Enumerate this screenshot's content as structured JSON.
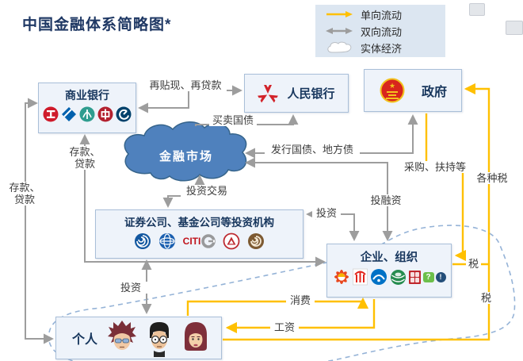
{
  "title": "中国金融体系简略图*",
  "legend": {
    "items": [
      {
        "icon": "one-way-arrow-icon",
        "label": "单向流动"
      },
      {
        "icon": "two-way-arrow-icon",
        "label": "双向流动"
      },
      {
        "icon": "cloud-icon",
        "label": "实体经济"
      }
    ]
  },
  "nodes": {
    "commercial_banks": {
      "label": "商业银行",
      "logos": [
        "icbc-logo",
        "ccb-logo",
        "abc-logo",
        "boc-logo",
        "bocom-logo"
      ]
    },
    "central_bank": {
      "label": "人民银行",
      "logo": "pboc-logo"
    },
    "government": {
      "label": "政府",
      "logo": "national-emblem"
    },
    "financial_market": {
      "label": "金融市场"
    },
    "investment_institutions": {
      "label": "证券公司、基金公司等投资机构",
      "citic_text": "CITI",
      "logos": [
        "securities-swirl-logo",
        "securities-globe-logo",
        "citic-logo",
        "fund-triangle-logo",
        "fund-bronze-logo"
      ]
    },
    "enterprises": {
      "label": "企业、组织",
      "question_mark": "?",
      "exclamation_mark": "!",
      "logos": [
        "petrochina-logo",
        "sinopec-logo",
        "china-mobile-logo",
        "green-org-logo",
        "red-seal-logo",
        "qa-icons"
      ]
    },
    "individuals": {
      "label": "个人",
      "avatars": [
        "spiky-hair-person",
        "glasses-man",
        "red-hair-woman"
      ]
    }
  },
  "flows": {
    "rediscount_relending": "再贴现、再贷款",
    "bond_trading": "买卖国债",
    "bond_issuance": "发行国债、地方债",
    "procurement_support": "采购、扶持等",
    "various_taxes": "各种税",
    "investment_financing": "投融资",
    "investment_upper": "投资",
    "investment_trading": "投资交易",
    "deposits_loans": {
      "line1": "存款、",
      "line2": "贷款"
    },
    "investment_lower": "投资",
    "consumption": "消费",
    "wages": "工资",
    "tax_enterprise": "税",
    "tax_individual": "税"
  },
  "colors": {
    "one_way_flow": "#FFC000",
    "two_way_flow": "#9D9D9D",
    "cloud_fill": "#4F81BD",
    "box_fill": "#EEF3FA",
    "box_border": "#A9BFD8",
    "title_text": "#1F3864",
    "real_economy_dash": "#95B3D7"
  }
}
